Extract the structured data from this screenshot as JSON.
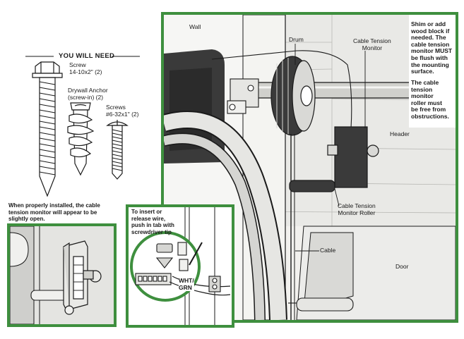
{
  "colors": {
    "frame": "#3e8f3e",
    "line": "#1a1a1a",
    "fill_light": "#f0f0ee",
    "fill_mid": "#d9d9d6",
    "fill_dark": "#3a3a3a"
  },
  "needs": {
    "heading": "YOU WILL NEED",
    "screw_label": [
      "Screw",
      "14-10x2\" (2)"
    ],
    "anchor_label": [
      "Drywall Anchor",
      "(screw-in) (2)"
    ],
    "screws_label": [
      "Screws",
      "#6-32x1\" (2)"
    ]
  },
  "main": {
    "wall": "Wall",
    "drum": "Drum",
    "monitor": [
      "Cable Tension",
      "Monitor"
    ],
    "header": "Header",
    "roller": [
      "Cable Tension",
      "Monitor Roller"
    ],
    "cable": "Cable",
    "door": "Door"
  },
  "shim_note": [
    "Shim or add",
    "wood block if",
    "needed. The",
    "cable tension",
    "monitor MUST",
    "be flush with",
    "the mounting",
    "surface."
  ],
  "roller_note": [
    "The cable",
    "tension monitor",
    "roller must",
    "be free from",
    "obstructions."
  ],
  "installed_note": [
    "When properly installed, the cable",
    "tension monitor will appear to be",
    "slightly open."
  ],
  "wire_note": [
    "To insert or",
    "release wire,",
    "push in tab with",
    "screwdriver tip"
  ],
  "wire_label": [
    "WHT/",
    "GRN"
  ]
}
